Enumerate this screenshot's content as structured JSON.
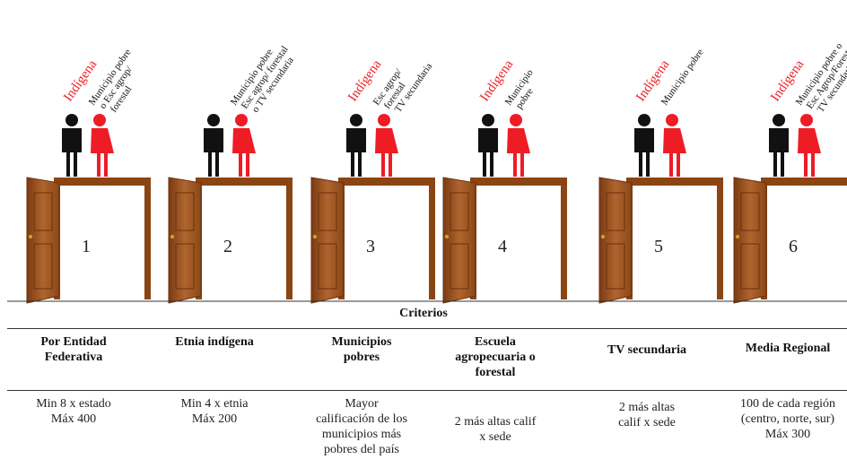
{
  "doors": [
    {
      "number": "1",
      "red_label": "Indígena",
      "label_lines": [
        "Municipio pobre",
        "o Esc agrop/",
        "forestal"
      ]
    },
    {
      "number": "2",
      "red_label": "",
      "label_lines": [
        "Municipio pobre",
        "Esc agrop/ forestal",
        "o TV secundaria"
      ]
    },
    {
      "number": "3",
      "red_label": "Indígena",
      "label_lines": [
        "Esc agrop/",
        "forestal",
        "TV secundaria"
      ]
    },
    {
      "number": "4",
      "red_label": "Indígena",
      "label_lines": [
        "Municipio",
        "pobre"
      ]
    },
    {
      "number": "5",
      "red_label": "Indígena",
      "label_lines": [
        "Municipio pobre"
      ]
    },
    {
      "number": "6",
      "red_label": "Indígena",
      "label_lines": [
        "Municipio pobre o",
        "Esc Agrop/Forest o",
        "TV secundaria"
      ]
    }
  ],
  "criteria_title": "Criterios",
  "columns": [
    {
      "header": "Por Entidad\nFederativa",
      "value": "Min 8 x estado\nMáx 400"
    },
    {
      "header": "Etnia indígena",
      "value": "Min 4 x etnia\nMáx 200"
    },
    {
      "header": "Municipios\npobres",
      "value": "Mayor\ncalificación de los\nmunicipios más\npobres del país"
    },
    {
      "header": "Escuela\nagropecuaria o\nforestal",
      "value": "2 más altas calif\nx sede"
    },
    {
      "header": "TV secundaria",
      "value": "2 más altas\ncalif x sede"
    },
    {
      "header": "Media Regional",
      "value": "100 de cada región\n(centro, norte, sur)\nMáx 300"
    }
  ],
  "colors": {
    "red": "#ee1c25",
    "door_wood": "#a0522d",
    "frame_wood": "#8b4513",
    "black": "#111111"
  }
}
